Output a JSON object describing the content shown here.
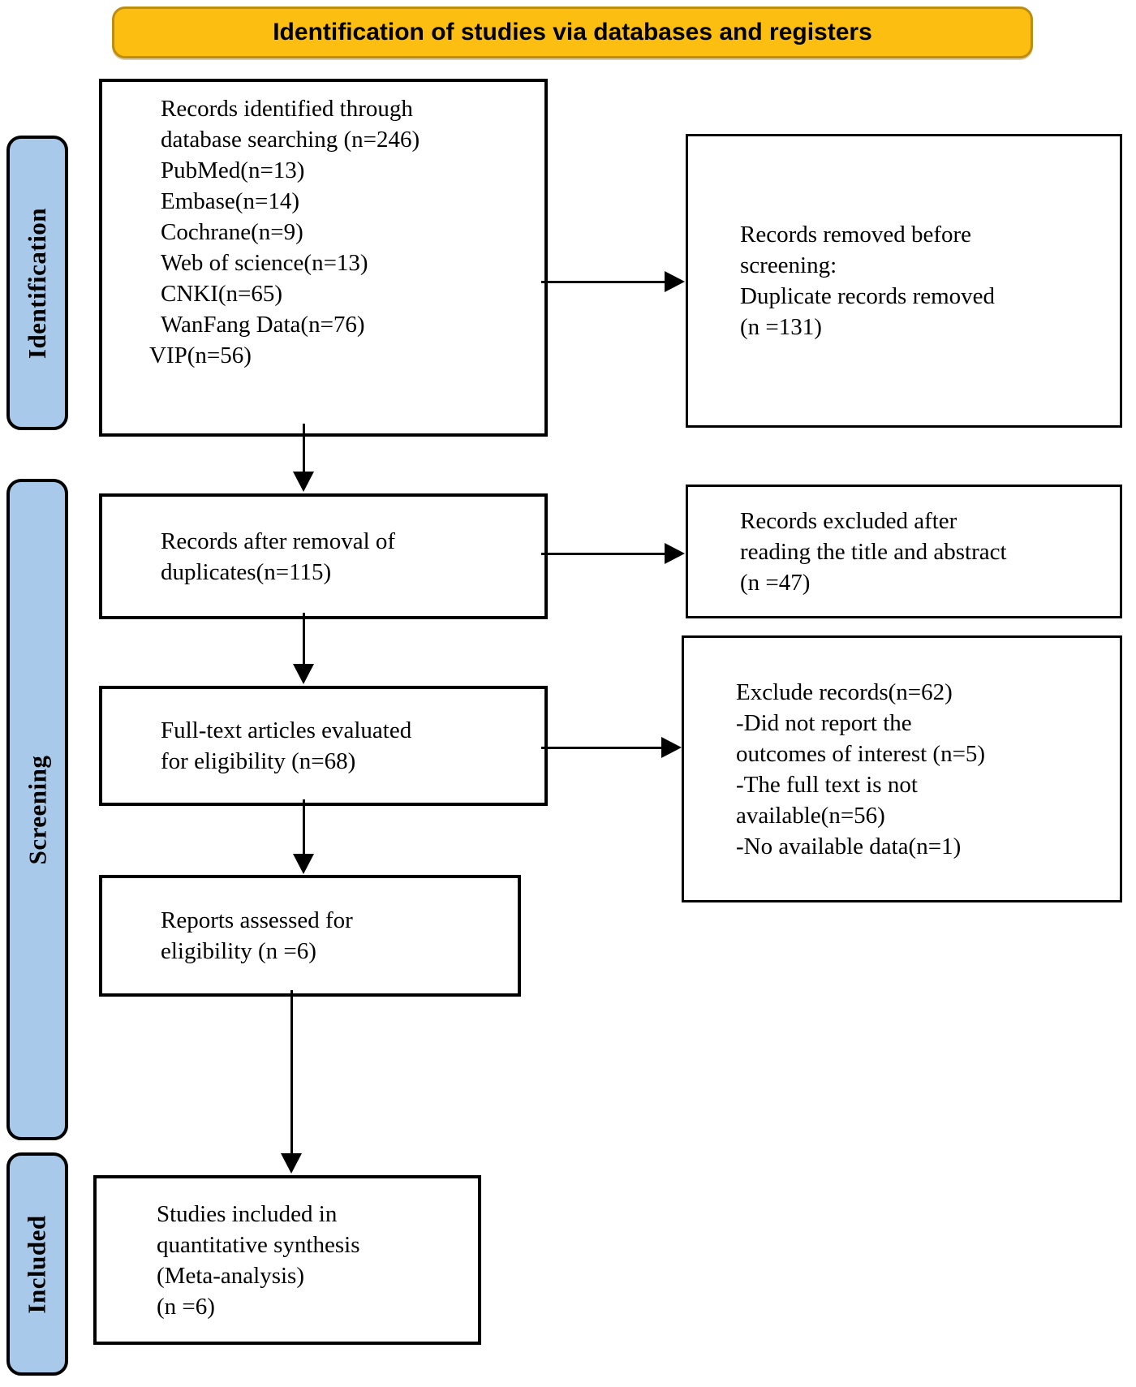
{
  "banner": {
    "title": "Identification of studies via databases and registers"
  },
  "colors": {
    "banner_fill": "#FBBE11",
    "banner_border": "#BD8D0E",
    "stage_fill": "#A8C9E9",
    "box_border": "#000000",
    "background": "#FFFFFF"
  },
  "stages": {
    "identification": {
      "label": "Identification"
    },
    "screening": {
      "label": "Screening"
    },
    "included": {
      "label": "Included"
    }
  },
  "boxes": {
    "identified": {
      "lines": [
        "Records identified through",
        "database searching (n=246)",
        "PubMed(n=13)",
        "Embase(n=14)",
        "Cochrane(n=9)",
        "Web of science(n=13)",
        "CNKI(n=65)",
        "WanFang Data(n=76)",
        "VIP(n=56)"
      ]
    },
    "removed_before_screening": {
      "lines": [
        "Records removed before",
        "screening:",
        "Duplicate records removed",
        "(n =131)"
      ]
    },
    "after_duplicates": {
      "lines": [
        "Records after removal of",
        "duplicates(n=115)"
      ]
    },
    "excluded_title_abstract": {
      "lines": [
        "Records excluded after",
        "reading the title and abstract",
        "(n =47)"
      ]
    },
    "fulltext": {
      "lines": [
        "Full-text articles evaluated",
        "for eligibility (n=68)"
      ]
    },
    "excluded_fulltext": {
      "lines": [
        "Exclude records(n=62)",
        "-Did not report the",
        "outcomes of interest (n=5)",
        "-The full text is not",
        "available(n=56)",
        "-No available data(n=1)"
      ]
    },
    "reports_assessed": {
      "lines": [
        "Reports assessed for",
        "eligibility (n =6)"
      ]
    },
    "included_studies": {
      "lines": [
        "Studies included in",
        "quantitative synthesis",
        "(Meta-analysis)",
        "(n =6)"
      ]
    }
  }
}
